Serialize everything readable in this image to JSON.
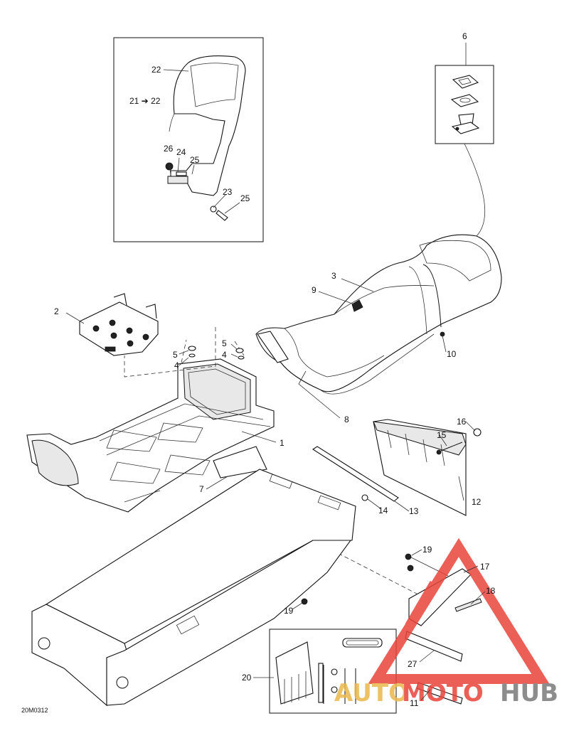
{
  "diagram": {
    "callouts": [
      {
        "id": "c1",
        "text": "1"
      },
      {
        "id": "c2",
        "text": "2"
      },
      {
        "id": "c3",
        "text": "3"
      },
      {
        "id": "c4a",
        "text": "4"
      },
      {
        "id": "c4b",
        "text": "4"
      },
      {
        "id": "c5a",
        "text": "5"
      },
      {
        "id": "c5b",
        "text": "5"
      },
      {
        "id": "c6",
        "text": "6"
      },
      {
        "id": "c7",
        "text": "7"
      },
      {
        "id": "c8",
        "text": "8"
      },
      {
        "id": "c9",
        "text": "9"
      },
      {
        "id": "c10",
        "text": "10"
      },
      {
        "id": "c11",
        "text": "11"
      },
      {
        "id": "c12",
        "text": "12"
      },
      {
        "id": "c13",
        "text": "13"
      },
      {
        "id": "c14",
        "text": "14"
      },
      {
        "id": "c15",
        "text": "15"
      },
      {
        "id": "c16",
        "text": "16"
      },
      {
        "id": "c17",
        "text": "17"
      },
      {
        "id": "c18",
        "text": "18"
      },
      {
        "id": "c19a",
        "text": "19"
      },
      {
        "id": "c19b",
        "text": "19"
      },
      {
        "id": "c20",
        "text": "20"
      },
      {
        "id": "c21",
        "text": "21 ➔ 22"
      },
      {
        "id": "c22",
        "text": "22"
      },
      {
        "id": "c23",
        "text": "23"
      },
      {
        "id": "c24",
        "text": "24"
      },
      {
        "id": "c25a",
        "text": "25"
      },
      {
        "id": "c25b",
        "text": "25"
      },
      {
        "id": "c26",
        "text": "26"
      },
      {
        "id": "c27",
        "text": "27"
      }
    ],
    "drawing_code": "20M0312"
  },
  "watermark": {
    "part1": "AUTO",
    "part2": "MOTO",
    "part3": "HUB",
    "colors": {
      "red": "#e8443a",
      "gold": "#e9b84a",
      "gray": "#7a7a7a"
    }
  }
}
